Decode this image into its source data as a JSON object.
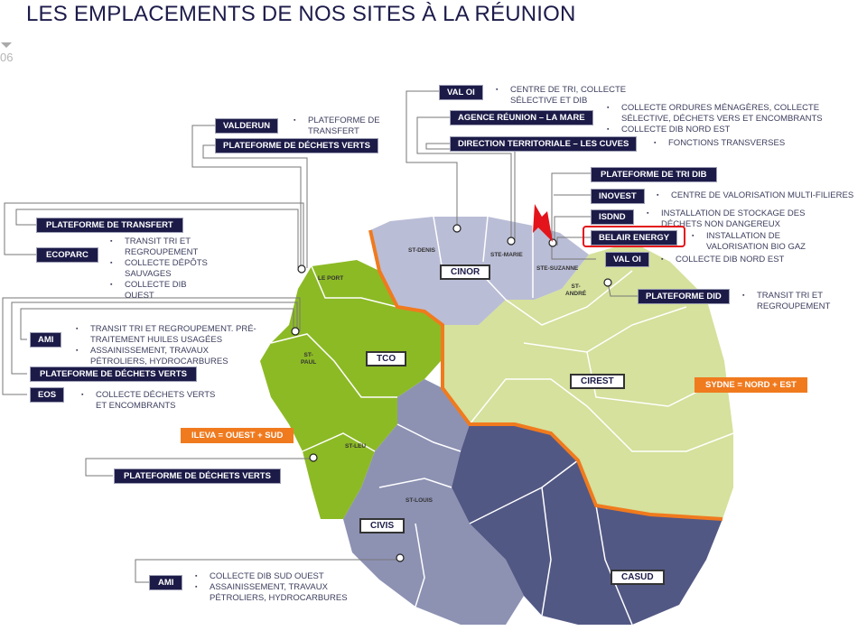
{
  "header": {
    "title": "LES EMPLACEMENTS DE NOS SITES À LA RÉUNION",
    "page_number": "06"
  },
  "zones": {
    "cinor": "CINOR",
    "tco": "TCO",
    "cirest": "CIREST",
    "civis": "CIVIS",
    "casud": "CASUD"
  },
  "communes": {
    "st_denis": "ST-DENIS",
    "ste_marie": "STE-MARIE",
    "ste_suzanne": "STE-SUZANNE",
    "st_andre": "ST-\nANDRÉ",
    "le_port": "LE PORT",
    "st_paul": "ST-\nPAUL",
    "st_leu": "ST-LEU",
    "st_louis": "ST-LOUIS"
  },
  "syndicates": {
    "sydne": "SYDNE = NORD + EST",
    "ileva": "ILEVA = OUEST + SUD"
  },
  "sites": {
    "val_oi_1": {
      "label": "VAL OI",
      "items": [
        "CENTRE DE TRI, COLLECTE SÉLECTIVE ET DIB"
      ]
    },
    "agence": {
      "label": "AGENCE RÉUNION – LA MARE",
      "items": [
        "COLLECTE ORDURES MÉNAGÈRES, COLLECTE SÉLECTIVE, DÉCHETS VERS ET ENCOMBRANTS",
        "COLLECTE DIB NORD EST"
      ]
    },
    "direction": {
      "label": "DIRECTION TERRITORIALE – LES CUVES",
      "items": [
        "FONCTIONS TRANSVERSES"
      ]
    },
    "tri_dib": {
      "label": "PLATEFORME DE TRI DIB"
    },
    "inovest": {
      "label": "INOVEST",
      "items": [
        "CENTRE DE VALORISATION MULTI-FILIERES"
      ]
    },
    "isdnd": {
      "label": "ISDND",
      "items": [
        "INSTALLATION DE STOCKAGE DES DÉCHETS NON DANGEREUX"
      ]
    },
    "belair": {
      "label": "BELAIR ENERGY",
      "items": [
        "INSTALLATION DE VALORISATION BIO GAZ"
      ]
    },
    "val_oi_2": {
      "label": "VAL OI",
      "items": [
        "COLLECTE DIB NORD EST"
      ]
    },
    "did": {
      "label": "PLATEFORME DID",
      "items": [
        "TRANSIT TRI ET REGROUPEMENT"
      ]
    },
    "valderun": {
      "label": "VALDERUN",
      "items": [
        "PLATEFORME DE TRANSFERT"
      ]
    },
    "dv_nord": {
      "label": "PLATEFORME DE DÉCHETS VERTS"
    },
    "transfert": {
      "label": "PLATEFORME DE TRANSFERT"
    },
    "ecoparc": {
      "label": "ECOPARC",
      "items": [
        "TRANSIT TRI ET REGROUPEMENT",
        "COLLECTE DÉPÔTS SAUVAGES",
        "COLLECTE DIB OUEST"
      ]
    },
    "ami_ouest": {
      "label": "AMI",
      "items": [
        "TRANSIT TRI ET REGROUPEMENT. PRÉ-TRAITEMENT HUILES USAGÉES",
        "ASSAINISSEMENT, TRAVAUX PÉTROLIERS, HYDROCARBURES"
      ]
    },
    "dv_ouest": {
      "label": "PLATEFORME DE DÉCHETS VERTS"
    },
    "eos": {
      "label": "EOS",
      "items": [
        "COLLECTE DÉCHETS VERTS ET ENCOMBRANTS"
      ]
    },
    "dv_sud": {
      "label": "PLATEFORME DE DÉCHETS VERTS"
    },
    "ami_sud": {
      "label": "AMI",
      "items": [
        "COLLECTE DIB SUD OUEST",
        "ASSAINISSEMENT, TRAVAUX PÉTROLIERS, HYDROCARBURES"
      ]
    }
  },
  "colors": {
    "tco": "#8cba25",
    "cinor": "#babdd6",
    "cirest": "#d5e19c",
    "civis": "#8d92b3",
    "casud": "#525884",
    "border": "#f07a1e",
    "box": "#1c1b48"
  }
}
